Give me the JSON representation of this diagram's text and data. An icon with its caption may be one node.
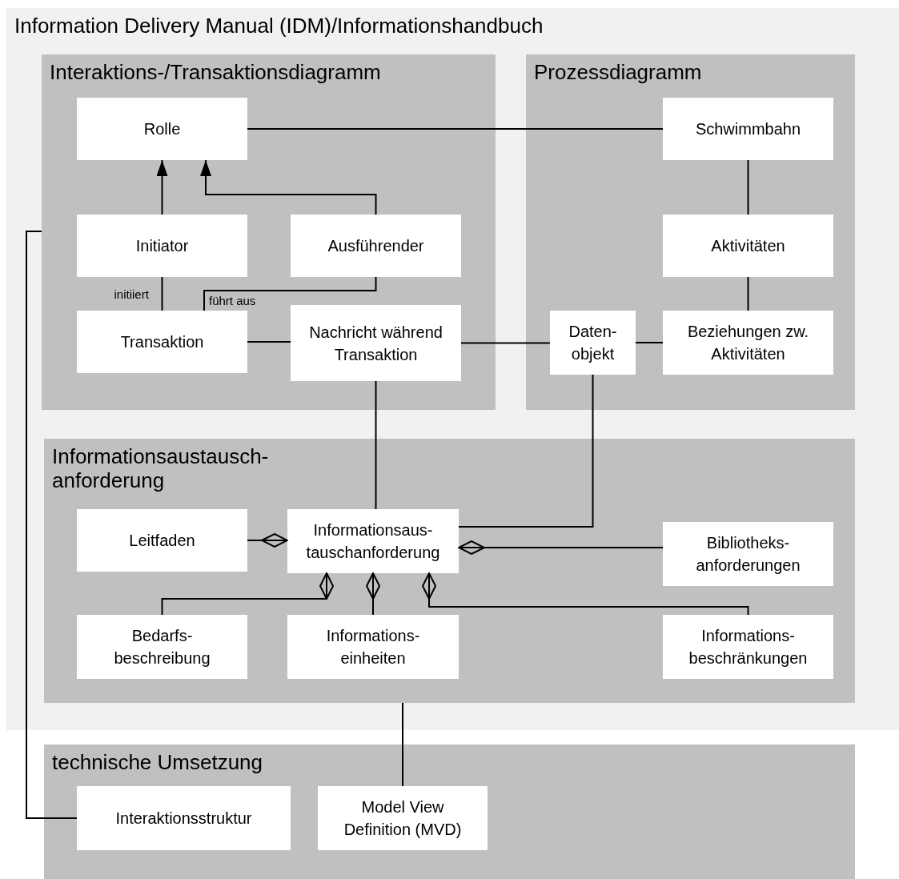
{
  "diagram": {
    "nodes": [
      {
        "text": [
          "Information Delivery Manual (IDM)/Informationshandbuch"
        ]
      },
      {
        "text": [
          "Interaktions-/Transaktionsdiagramm"
        ],
        "in": 0
      },
      {
        "text": [
          "Rolle"
        ],
        "in": 1
      },
      {
        "text": [
          "Initiator"
        ],
        "in": 1
      },
      {
        "text": [
          "Ausführender"
        ],
        "in": 1
      },
      {
        "text": [
          "Transaktion"
        ],
        "in": 1
      },
      {
        "text": [
          "Nachricht während Transaktion"
        ],
        "in": 1
      },
      {
        "text": [
          "Prozessdiagramm"
        ],
        "in": 0
      },
      {
        "text": [
          "Schwimmbahn"
        ],
        "in": 7
      },
      {
        "text": [
          "Aktivitäten"
        ],
        "in": 7
      },
      {
        "text": [
          "Daten- objekt"
        ],
        "in": 7
      },
      {
        "text": [
          "Beziehungen zw. Aktivitäten"
        ],
        "in": 7
      },
      {
        "text": [
          "Informationsaustausch- anforderung"
        ],
        "in": 0
      },
      {
        "text": [
          "Leitfaden"
        ],
        "in": 12
      },
      {
        "text": [
          "Informationsaus- tauschanforderung"
        ],
        "in": 12
      },
      {
        "text": [
          "Bibliotheks- anforderungen"
        ],
        "in": 12
      },
      {
        "text": [
          "Bedarfs- beschreibung"
        ],
        "in": 12
      },
      {
        "text": [
          "Informations- einheiten"
        ],
        "in": 12
      },
      {
        "text": [
          "Informations- beschränkungen"
        ],
        "in": 12
      },
      {
        "text": [
          "technische Umsetzung"
        ]
      },
      {
        "text": [
          "Interaktionsstruktur"
        ],
        "in": 19
      },
      {
        "text": [
          "Model View Definition (MVD)"
        ],
        "in": 19
      }
    ],
    "edges": [
      {
        "from": 2,
        "to": 8,
        "arrow": "none"
      },
      {
        "from": 3,
        "to": 2,
        "arrow": "to"
      },
      {
        "from": 4,
        "to": 2,
        "arrow": "to"
      },
      {
        "from": 5,
        "to": 3,
        "arrow": "none",
        "label": "initiiert"
      },
      {
        "from": 5,
        "to": 4,
        "arrow": "none",
        "label": "führt aus"
      },
      {
        "from": 5,
        "to": 6,
        "arrow": "none"
      },
      {
        "from": 6,
        "to": 10,
        "arrow": "none"
      },
      {
        "from": 10,
        "to": 11,
        "arrow": "none"
      },
      {
        "from": 8,
        "to": 9,
        "arrow": "none"
      },
      {
        "from": 9,
        "to": 11,
        "arrow": "none"
      },
      {
        "from": 6,
        "to": 14,
        "arrow": "none"
      },
      {
        "from": 10,
        "to": 14,
        "arrow": "none"
      },
      {
        "from": 13,
        "to": 14,
        "arrow": "other"
      },
      {
        "from": 15,
        "to": 14,
        "arrow": "other"
      },
      {
        "from": 16,
        "to": 14,
        "arrow": "other"
      },
      {
        "from": 17,
        "to": 14,
        "arrow": "other"
      },
      {
        "from": 18,
        "to": 14,
        "arrow": "other"
      },
      {
        "from": 12,
        "to": 21,
        "arrow": "none"
      },
      {
        "from": 1,
        "to": 20,
        "arrow": "none"
      }
    ]
  }
}
